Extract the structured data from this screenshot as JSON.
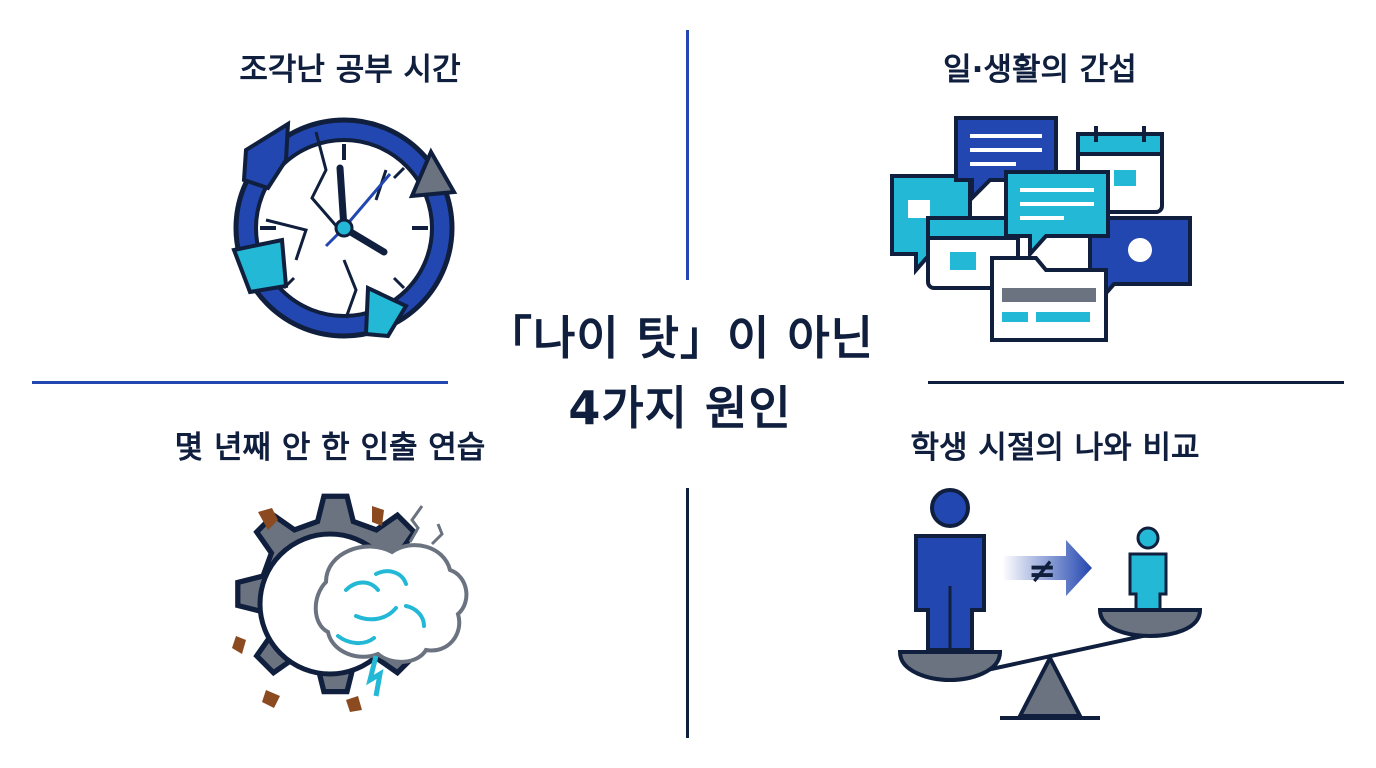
{
  "center_title": {
    "line1": "「나이 탓」이 아닌",
    "line2": "4가지 원인"
  },
  "quadrants": {
    "top_left": {
      "title": "조각난 공부 시간",
      "icon": "broken-clock-icon"
    },
    "top_right": {
      "title": "일·생활의 간섭",
      "icon": "chat-calendar-overload-icon"
    },
    "bottom_left": {
      "title": "몇 년째 안 한 인출 연습",
      "icon": "rusty-gear-brain-icon"
    },
    "bottom_right": {
      "title": "학생 시절의 나와 비교",
      "icon": "unequal-scale-icon",
      "symbol": "≠"
    }
  },
  "colors": {
    "navy": "#0f1f3d",
    "blue": "#2347b0",
    "cyan": "#23b8d6",
    "gray": "#6b7380",
    "rust": "#8b4a1f"
  }
}
